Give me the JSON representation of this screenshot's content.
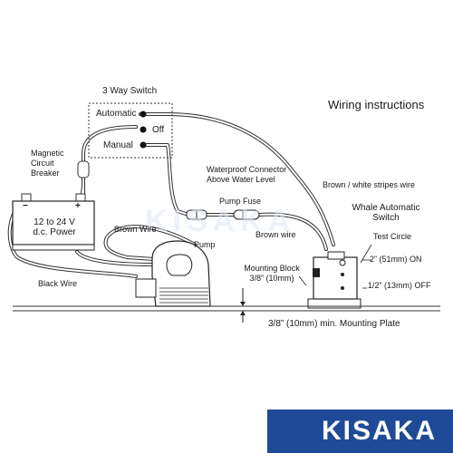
{
  "title": "Wiring instructions",
  "switch": {
    "label": "3 Way Switch",
    "positions": [
      "Automatic",
      "Off",
      "Manual"
    ]
  },
  "breaker": [
    "Magnetic",
    "Circuit",
    "Breaker"
  ],
  "battery": {
    "terminals": [
      "−",
      "+"
    ],
    "lines": [
      "12 to 24 V",
      "d.c. Power"
    ]
  },
  "labels": {
    "connector": [
      "Waterproof Connector",
      "Above Water Level"
    ],
    "fuse": "Pump Fuse",
    "brown_wire_left": "Brown Wire",
    "brown_wire_right": "Brown wire",
    "pump": "Pump",
    "black_wire": "Black Wire",
    "stripes_wire": "Brown / white stripes wire",
    "whale_switch": [
      "Whale Automatic",
      "Switch"
    ],
    "test_circle": "Test Circle",
    "on_level": "2” (51mm) ON",
    "off_level": "1/2” (13mm) OFF",
    "mounting_block": [
      "Mounting Block",
      "3/8” (10mm)"
    ],
    "mounting_plate": "3/8” (10mm) min. Mounting Plate"
  },
  "brand": {
    "name": "KISAKA",
    "watermark": "KISAKA",
    "colors": {
      "bar": "#1f4a98",
      "text": "#ffffff",
      "icon": "#1f4a98"
    }
  }
}
